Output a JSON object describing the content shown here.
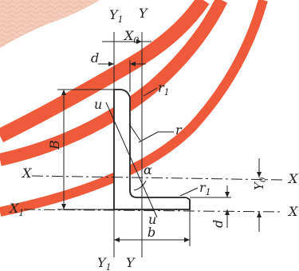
{
  "diagram": {
    "labels": {
      "y1_top": "Y",
      "y1_top_sub": "1",
      "y_top": "Y",
      "x0": "X",
      "x0_sub": "0",
      "d_top": "d",
      "r1_top": "r",
      "r1_top_sub": "1",
      "u_top": "u",
      "B": "B",
      "r": "r",
      "alpha": "α",
      "X_left": "X",
      "X_right": "X",
      "X1_left": "X",
      "X1_left_sub": "1",
      "X_right_lower": "X",
      "r1_right": "r",
      "r1_right_sub": "1",
      "y0_right": "Y",
      "y0_right_sub": "0",
      "u_bottom": "u",
      "b": "b",
      "d_right": "d",
      "y1_bottom": "Y",
      "y1_bottom_sub": "1",
      "y_bottom": "Y"
    },
    "colors": {
      "stripe": "#ee5a3a",
      "stripe_light": "#f6a58e",
      "line": "#222222",
      "texture": "#f3c9b8"
    }
  }
}
